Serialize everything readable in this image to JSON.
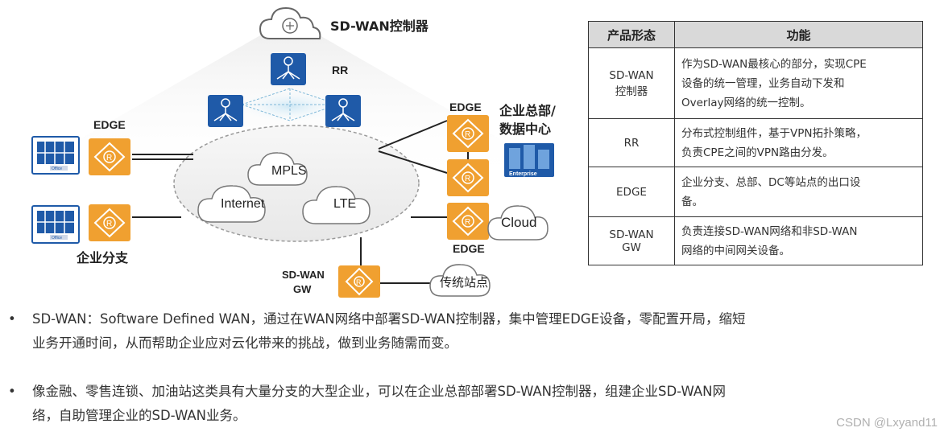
{
  "diagram": {
    "controller_label": "SD-WAN控制器",
    "rr_label": "RR",
    "edge_left_label": "EDGE",
    "branch_label": "企业分支",
    "office_label": "Office",
    "hq_edge_label": "EDGE",
    "hq_title_line1": "企业总部/",
    "hq_title_line2": "数据中心",
    "enterprise_label": "Enterprise",
    "cloud_edge_label": "EDGE",
    "cloud_label": "Cloud",
    "gw_label_line1": "SD-WAN",
    "gw_label_line2": "GW",
    "traditional_site_label": "传统站点",
    "networks": [
      "MPLS",
      "Internet",
      "LTE"
    ],
    "router_glyph": "R",
    "colors": {
      "router_orange": "#f0a030",
      "rr_blue": "#1f5aa8",
      "office_blue": "#1f5aa8",
      "cloud_stroke": "#888888"
    }
  },
  "table": {
    "headers": [
      "产品形态",
      "功能"
    ],
    "rows": [
      {
        "form": [
          "SD-WAN",
          "控制器"
        ],
        "function": [
          "作为SD-WAN最核心的部分，实现CPE",
          "设备的统一管理，业务自动下发和",
          "Overlay网络的统一控制。"
        ]
      },
      {
        "form": [
          "RR"
        ],
        "function": [
          "分布式控制组件，基于VPN拓扑策略，",
          "负责CPE之间的VPN路由分发。"
        ]
      },
      {
        "form": [
          "EDGE"
        ],
        "function": [
          "企业分支、总部、DC等站点的出口设",
          "备。"
        ]
      },
      {
        "form": [
          "SD-WAN",
          "GW"
        ],
        "function": [
          "负责连接SD-WAN网络和非SD-WAN",
          "网络的中间网关设备。"
        ]
      }
    ]
  },
  "bullets": [
    {
      "dot": "•",
      "lines": [
        "SD-WAN：Software Defined WAN，通过在WAN网络中部署SD-WAN控制器，集中管理EDGE设备，零配置开局，缩短",
        "业务开通时间，从而帮助企业应对云化带来的挑战，做到业务随需而变。"
      ]
    },
    {
      "dot": "•",
      "lines": [
        "像金融、零售连锁、加油站这类具有大量分支的大型企业，可以在企业总部部署SD-WAN控制器，组建企业SD-WAN网",
        "络，自助管理企业的SD-WAN业务。"
      ]
    }
  ],
  "watermark": "CSDN @Lxyand11"
}
